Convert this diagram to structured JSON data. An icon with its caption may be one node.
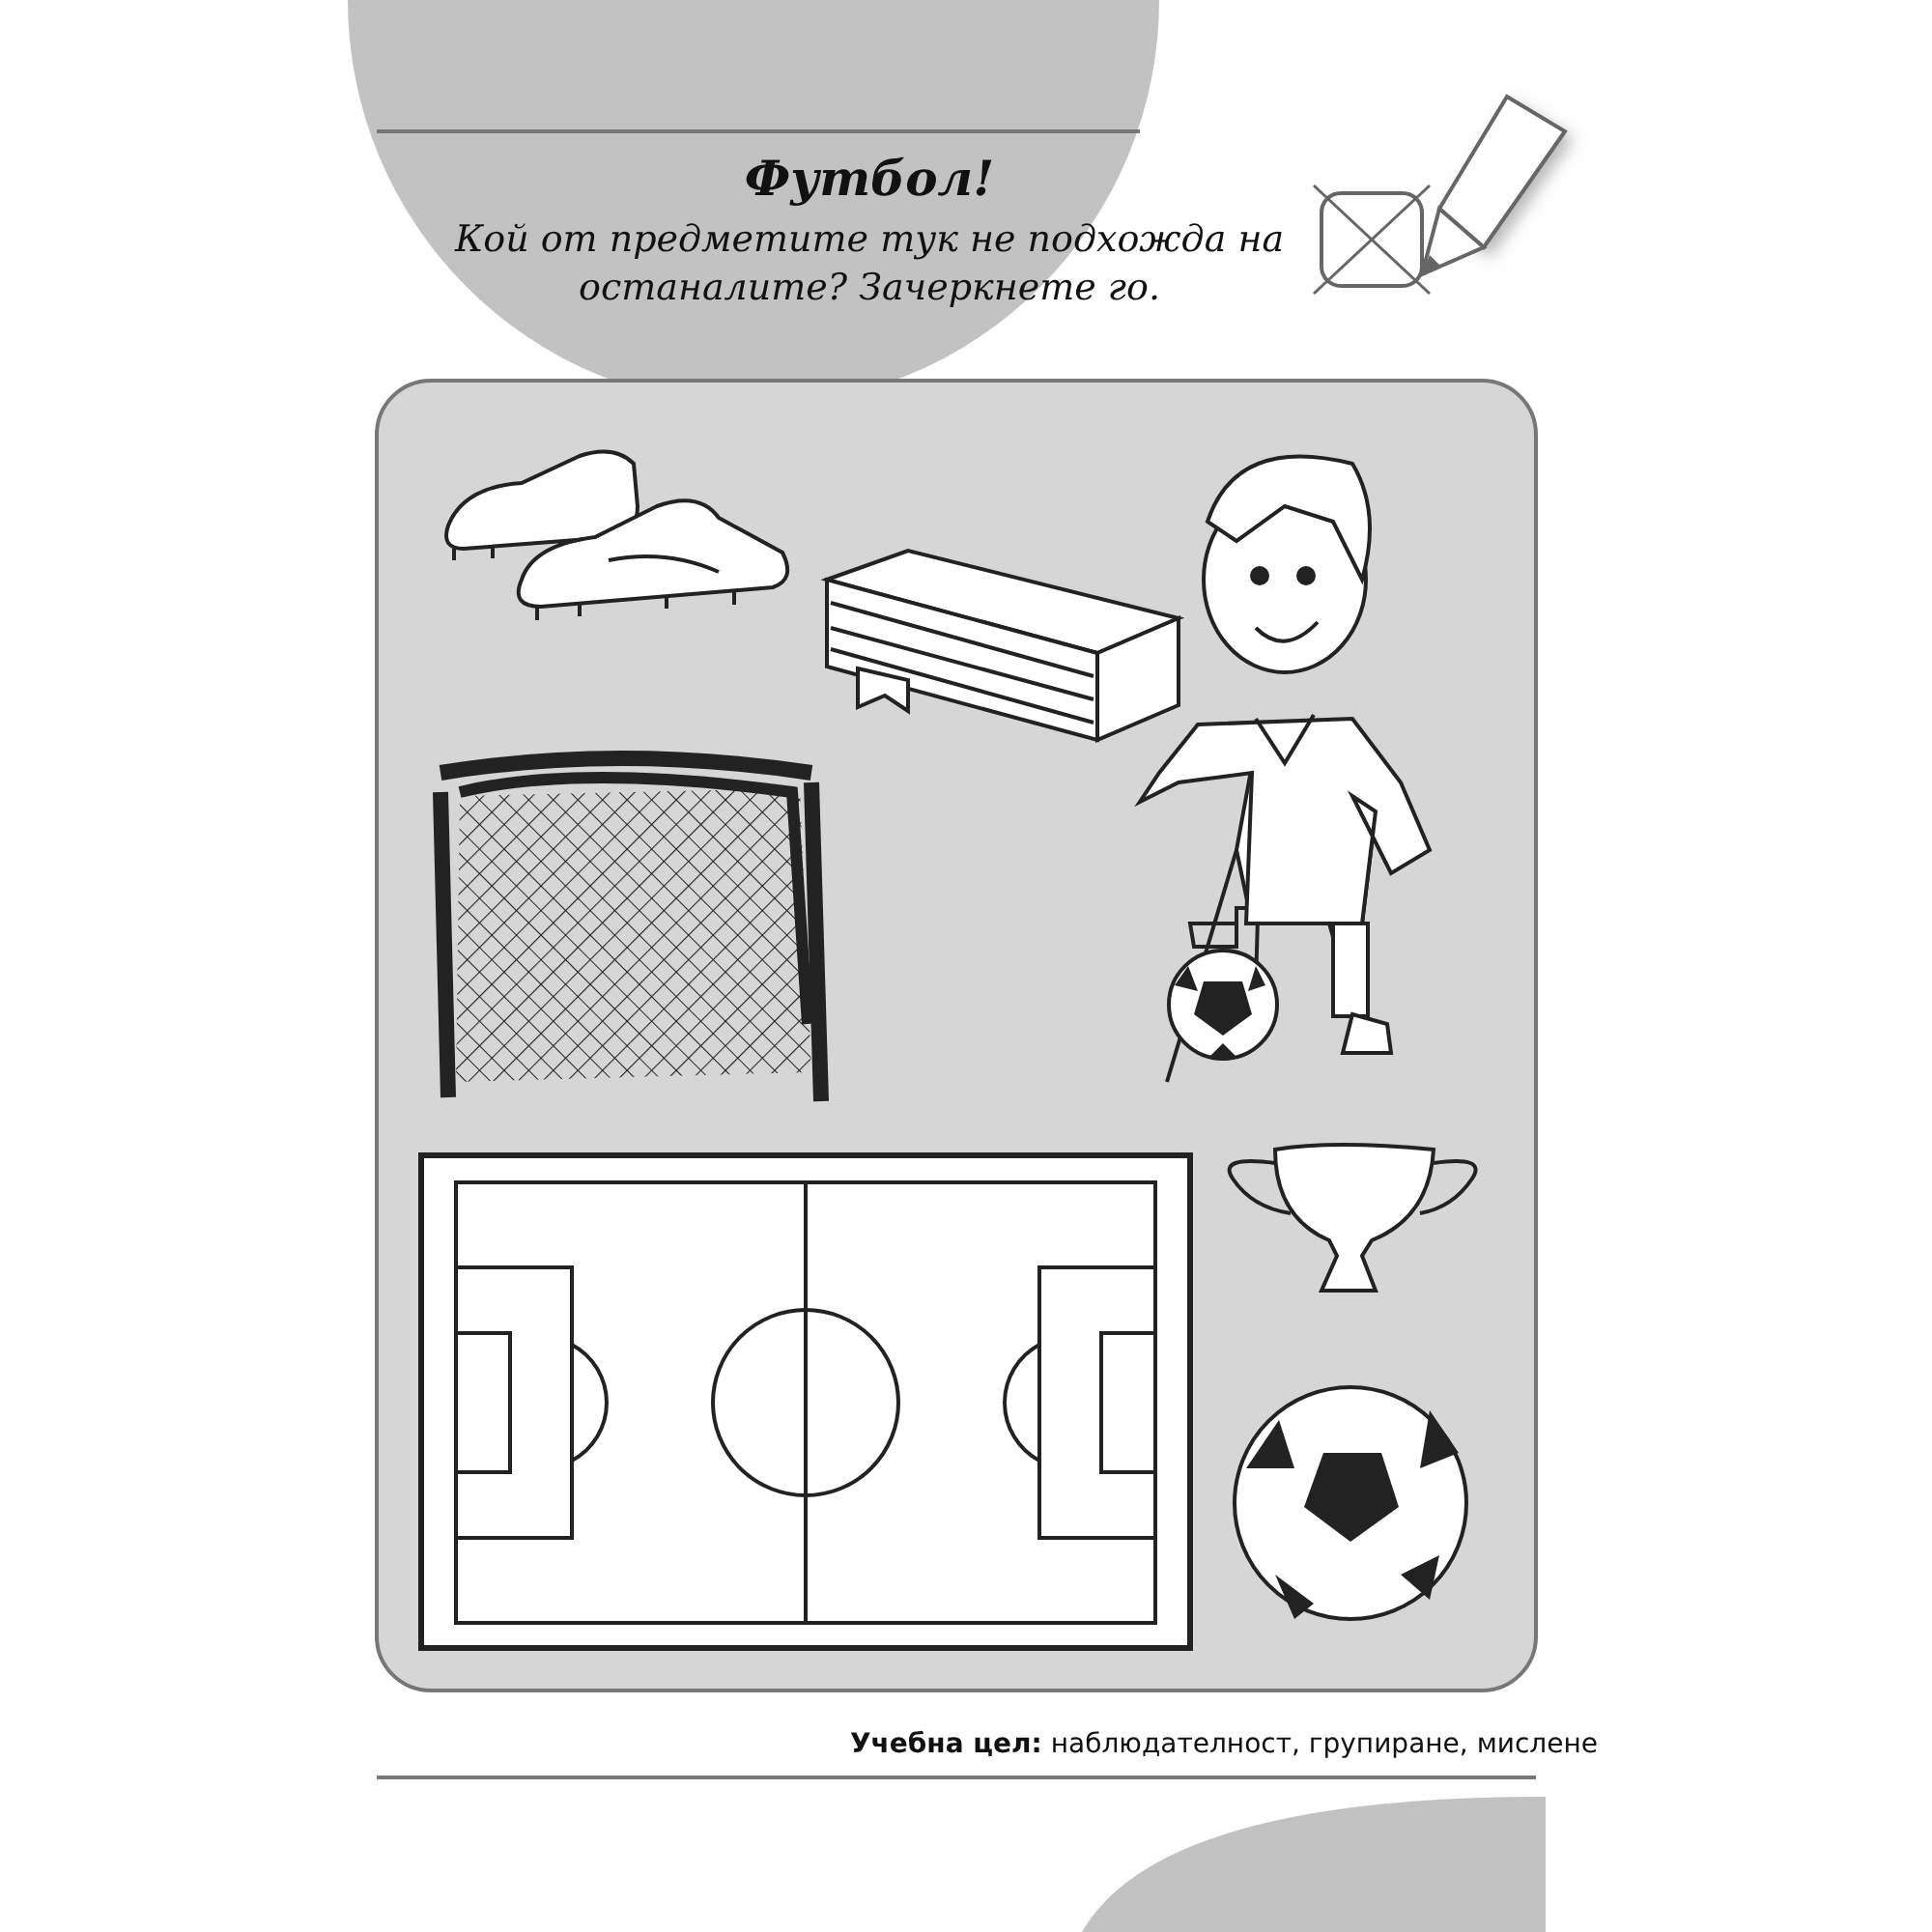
{
  "diagram": {
    "title": "Футбол!",
    "labels": [
      "Кой от предметите тук не подхожда на останалите? Зачеркнете го.",
      "**Учебна цел:** наблюдателност, групиране, мислене"
    ]
  }
}
